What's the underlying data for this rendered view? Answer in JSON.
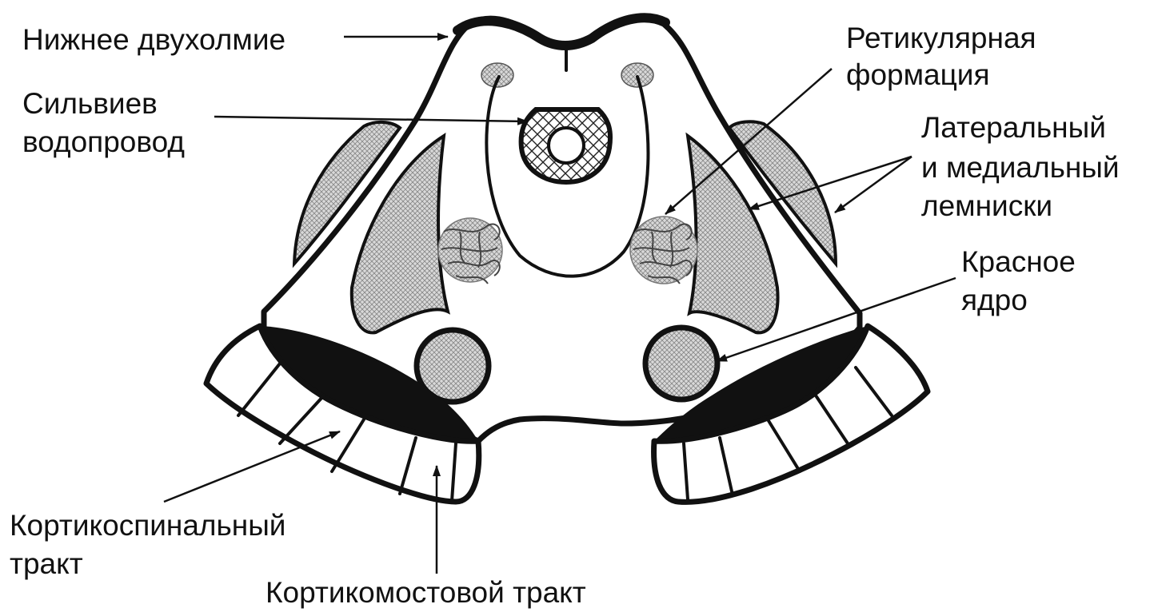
{
  "labels": {
    "inferior_colliculus": "Нижнее двухолмие",
    "cerebral_aqueduct_line1": "Сильвиев",
    "cerebral_aqueduct_line2": "водопровод",
    "reticular_formation_line1": "Ретикулярная",
    "reticular_formation_line2": "формация",
    "lemnisci_line1": "Латеральный",
    "lemnisci_line2": "и медиальный",
    "lemnisci_line3": "лемниски",
    "red_nucleus_line1": "Красное",
    "red_nucleus_line2": "ядро",
    "corticospinal_line1": "Кортикоспинальный",
    "corticospinal_line2": "тракт",
    "corticopontine": "Кортикомостовой тракт"
  },
  "colors": {
    "outline": "#111111",
    "background": "#ffffff",
    "hatch_fill": "#c8c8c8",
    "substantia_nigra": "#111111"
  }
}
